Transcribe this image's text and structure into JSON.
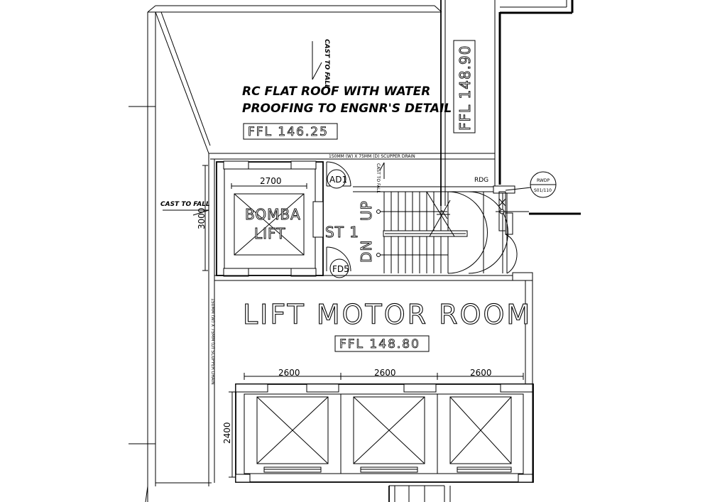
{
  "roof": {
    "note_line1": "RC FLAT ROOF WITH WATER",
    "note_line2": "PROOFING TO ENGNR'S DETAIL",
    "ffl": "FFL 146.25",
    "cast_to_fall_vertical": "CAST TO FALL",
    "ffl_vertical": "FFL 148.90"
  },
  "scupper_top": "150MM (W) X 75MM (D) SCUPPER DRAIN",
  "scupper_side": "150MM (W) X 75MM (D) SCUPPER DRAIN",
  "cast_to_fall_left": "CAST TO FALL",
  "cast_to_fall_small": "CAST TO FALL",
  "bomba_lift": {
    "label_line1": "BOMBA",
    "label_line2": "LIFT",
    "dim_width": "2700",
    "dim_depth": "3000"
  },
  "stair": {
    "label": "ST 1",
    "up": "UP",
    "down": "DN",
    "ad_tag": "AD1",
    "fd_tag": "FD5",
    "rdg": "RDG",
    "rwdp_top": "RWDP",
    "rwdp_bottom": "S01/110"
  },
  "motor_room": {
    "title": "LIFT MOTOR ROOM",
    "ffl": "FFL 148.80"
  },
  "lifts": {
    "widths": [
      "2600",
      "2600",
      "2600"
    ],
    "depth": "2400"
  }
}
